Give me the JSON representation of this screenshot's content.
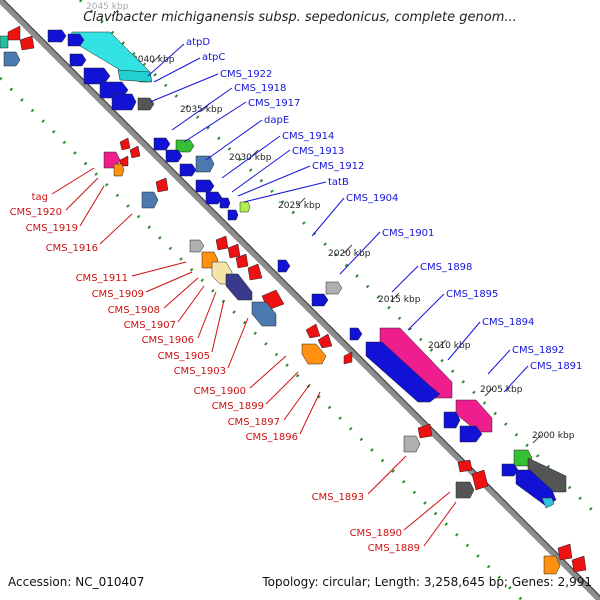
{
  "title": "Clavibacter michiganensis subsp. sepedonicus, complete genom...",
  "accession": "Accession: NC_010407",
  "topology": "Topology: circular; Length: 3,258,645 bp; Genes: 2,991",
  "colors": {
    "backbone": "#8c8c8c",
    "tick": "#2e8b2e",
    "label_right": "#1515d8",
    "label_left": "#cc1111",
    "blue_gene": "#1212d6",
    "red_gene": "#ee1111",
    "cyan_gene": "#33e3e3",
    "magenta_gene": "#ee1e8e",
    "green_gene": "#33c033",
    "gray_gene": "#9a9a9a",
    "dark_gray_gene": "#555555",
    "orange_gene": "#ff9010",
    "slate_gene": "#4a7ab0",
    "tan_gene": "#f5e4a8",
    "navy_gene": "#3a3a8c",
    "lime_gene": "#b0f050"
  },
  "kbp_labels": [
    "2045 kbp",
    "2040 kbp",
    "2035 kbp",
    "2030 kbp",
    "2025 kbp",
    "2020 kbp",
    "2015 kbp",
    "2010 kbp",
    "2005 kbp",
    "2000 kbp"
  ],
  "right_labels": [
    "atpD",
    "atpC",
    "CMS_1922",
    "CMS_1918",
    "CMS_1917",
    "dapE",
    "CMS_1914",
    "CMS_1913",
    "CMS_1912",
    "tatB",
    "CMS_1904",
    "CMS_1901",
    "CMS_1898",
    "CMS_1895",
    "CMS_1894",
    "CMS_1892",
    "CMS_1891"
  ],
  "left_labels": [
    "tag",
    "CMS_1920",
    "CMS_1919",
    "CMS_1916",
    "CMS_1911",
    "CMS_1909",
    "CMS_1908",
    "CMS_1907",
    "CMS_1906",
    "CMS_1905",
    "CMS_1903",
    "CMS_1900",
    "CMS_1899",
    "CMS_1897",
    "CMS_1896",
    "CMS_1893",
    "CMS_1890",
    "CMS_1889"
  ]
}
